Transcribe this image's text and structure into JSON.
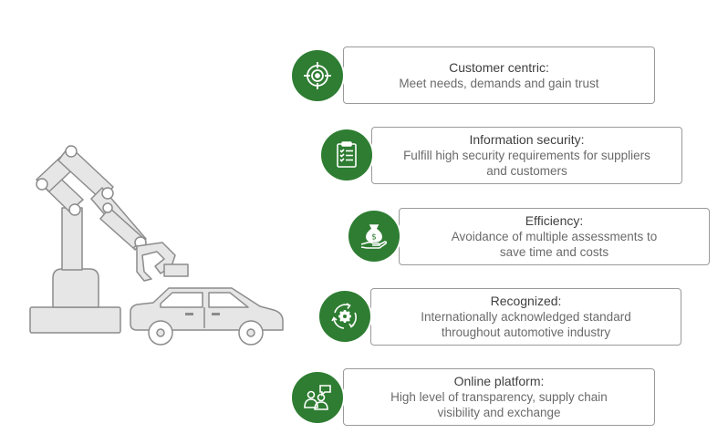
{
  "benefits": [
    {
      "id": "customer-centric",
      "title": "Customer centric:",
      "lines": [
        "Meet needs, demands and gain trust"
      ],
      "icon": "target-icon"
    },
    {
      "id": "information-security",
      "title": "Information security:",
      "lines": [
        "Fulfill high security requirements for suppliers",
        "and customers"
      ],
      "icon": "clipboard-checklist-icon"
    },
    {
      "id": "efficiency",
      "title": "Efficiency:",
      "lines": [
        "Avoidance of multiple assessments to",
        "save time and costs"
      ],
      "icon": "money-bag-hand-icon"
    },
    {
      "id": "recognized",
      "title": "Recognized:",
      "lines": [
        "Internationally acknowledged standard",
        "throughout automotive industry"
      ],
      "icon": "gear-cycle-icon"
    },
    {
      "id": "online-platform",
      "title": "Online platform:",
      "lines": [
        "High level of transparency, supply chain",
        "visibility and exchange"
      ],
      "icon": "people-chat-icon"
    }
  ],
  "colors": {
    "accent": "#2e7d32",
    "border": "#9a9a9a",
    "illustration_stroke": "#8c8c8c",
    "illustration_fill": "#e6e6e6"
  }
}
